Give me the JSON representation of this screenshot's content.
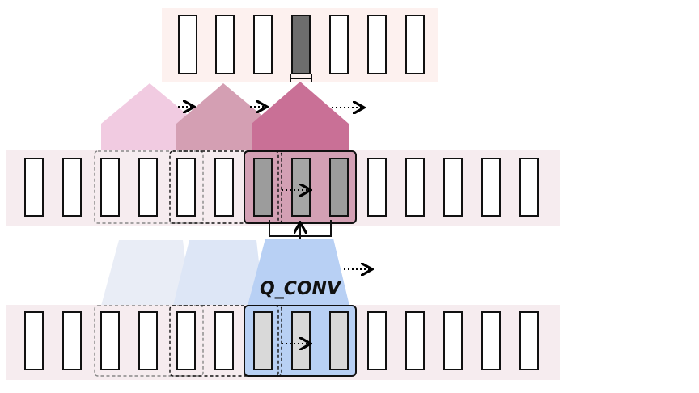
{
  "diagram": {
    "conv_label": "Q_CONV",
    "colors": {
      "top_band": "#fdf1ef",
      "row_band": "#f6ecef",
      "cell_stroke": "#111111",
      "output_fill": "#6d6d6d",
      "pink_light": "#f1cbe1",
      "pink_mid": "#d49fb3",
      "pink_dark": "#c97096",
      "pink_window": "#d3a0b4",
      "mid_cell_fill": "#9c9c9c",
      "mid_cell_fill_light": "#a6a6a6",
      "blue_light": "#e9edf6",
      "blue_mid": "#dde6f6",
      "blue_dark": "#b8d0f4",
      "blue_window": "#b8d0f4",
      "bottom_cell_fill": "#d9d9d9"
    },
    "rows": {
      "top_cells": 7,
      "middle_cells": 14,
      "bottom_cells": 14,
      "highlighted_output_index": 3,
      "window_start_index": 6,
      "window_size": 3
    }
  }
}
